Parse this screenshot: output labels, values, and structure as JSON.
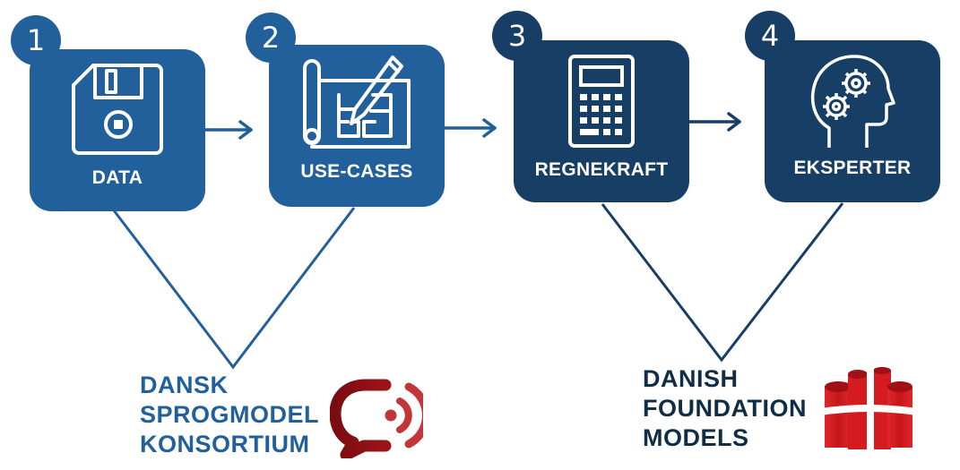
{
  "steps": [
    {
      "number": "1",
      "label": "DATA",
      "icon": "floppy-disk-icon",
      "tone": "light"
    },
    {
      "number": "2",
      "label": "USE-CASES",
      "icon": "blueprint-pencil-icon",
      "tone": "light"
    },
    {
      "number": "3",
      "label": "REGNEKRAFT",
      "icon": "calculator-icon",
      "tone": "dark"
    },
    {
      "number": "4",
      "label": "EKSPERTER",
      "icon": "head-gears-icon",
      "tone": "dark"
    }
  ],
  "groups": [
    {
      "title_lines": [
        "DANSK",
        "SPROGMODEL",
        "KONSORTIUM"
      ],
      "logo": "chat-bubble-signal-logo",
      "covers_steps": [
        "1",
        "2"
      ],
      "color": "#22609b"
    },
    {
      "title_lines": [
        "DANISH",
        "FOUNDATION",
        "MODELS"
      ],
      "logo": "danish-flag-cylinders-logo",
      "covers_steps": [
        "3",
        "4"
      ],
      "color": "#173e64"
    }
  ],
  "colors": {
    "light_blue": "#22609b",
    "dark_blue": "#173e64",
    "logo_red_dark": "#8b1014",
    "logo_red": "#c4353a",
    "flag_red": "#d9161c"
  }
}
